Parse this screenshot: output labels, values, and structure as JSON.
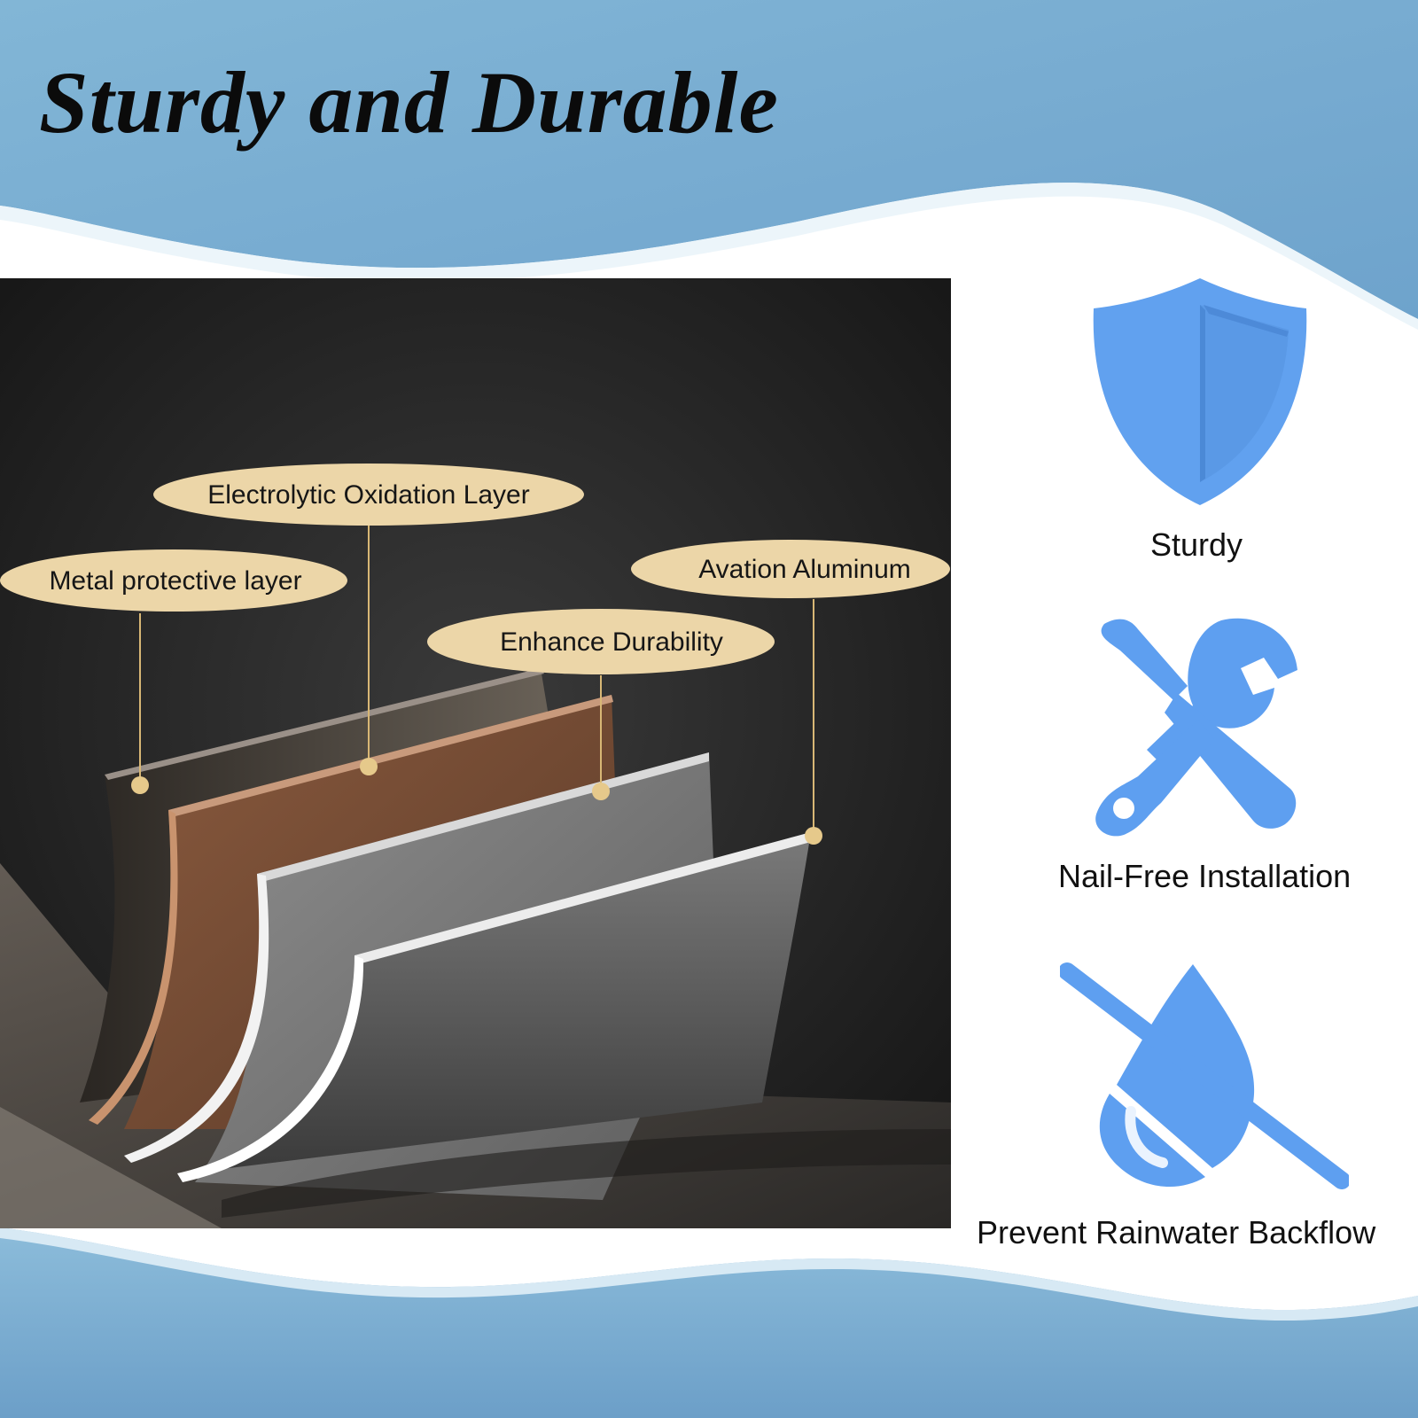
{
  "header": {
    "title": "Sturdy and Durable"
  },
  "diagram": {
    "callouts": [
      {
        "label": "Electrolytic Oxidation Layer"
      },
      {
        "label": "Metal protective layer"
      },
      {
        "label": "Avation Aluminum"
      },
      {
        "label": "Enhance Durability"
      }
    ]
  },
  "features": [
    {
      "icon": "shield-icon",
      "label": "Sturdy"
    },
    {
      "icon": "tools-icon",
      "label": "Nail-Free Installation"
    },
    {
      "icon": "no-water-drop-icon",
      "label": "Prevent Rainwater Backflow"
    }
  ],
  "colors": {
    "header_blue": "#7aaed0",
    "icon_blue": "#5f9ee8",
    "callout_fill": "#ecd6a8",
    "callout_dot": "#e6c98b",
    "diagram_bg": "#1f1f1f"
  }
}
